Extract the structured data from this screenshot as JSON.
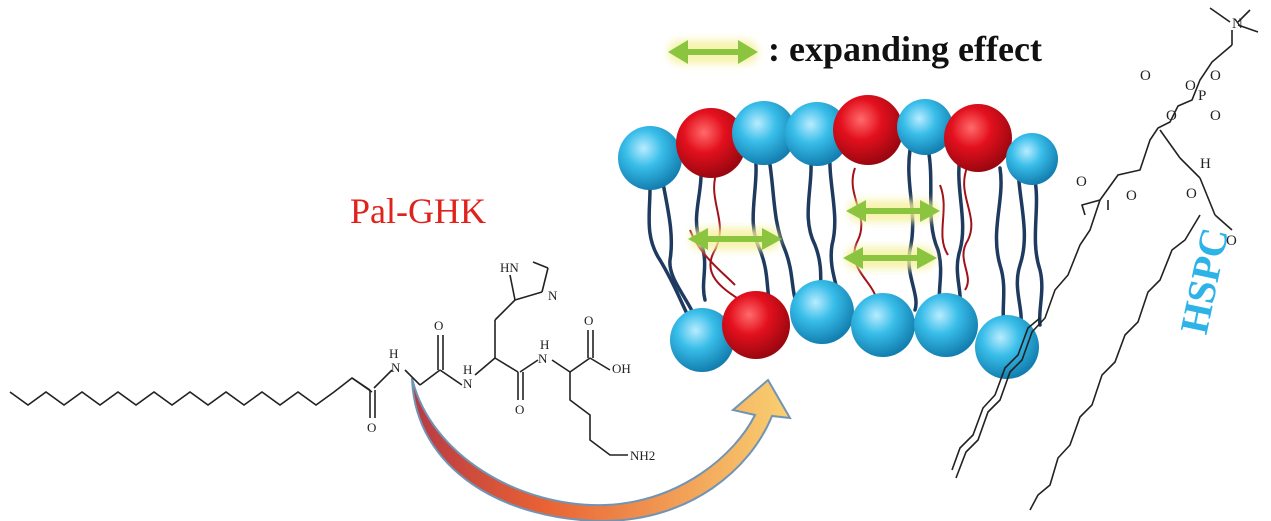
{
  "legend": {
    "symbol": "double-arrow",
    "text": ": expanding effect",
    "arrow_color": "#8bc53f"
  },
  "labels": {
    "peptide": "Pal-GHK",
    "lipid": "HSPC"
  },
  "peptide_structure": {
    "atoms": [
      "H",
      "N",
      "O",
      "H",
      "N",
      "O",
      "H",
      "N",
      "OH",
      "O",
      "HN",
      "N",
      "NH2"
    ]
  },
  "lipid_structure": {
    "atoms": [
      "N",
      "O",
      "P",
      "O",
      "O",
      "O",
      "O",
      "H",
      "O",
      "O",
      "O",
      "O"
    ]
  },
  "colors": {
    "headgroup_blue": "#35b8e6",
    "headgroup_red": "#e3101e",
    "tail_navy": "#1f3a5f",
    "peptide_chain": "#a0111a",
    "curved_arrow_start": "#b0323a",
    "curved_arrow_end": "#f7c15a",
    "arrow_green": "#8bc53f"
  }
}
